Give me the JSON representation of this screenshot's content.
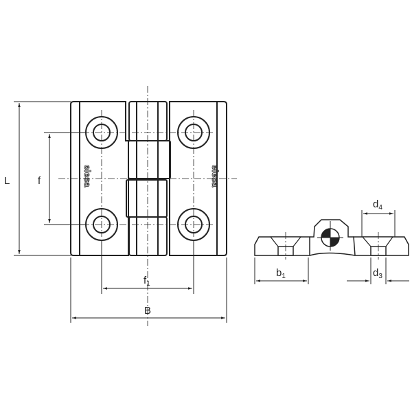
{
  "drawing": {
    "logo_text": "elesa",
    "dimensions": {
      "L": "L",
      "f": "f",
      "f1_main": "f",
      "f1_sub": "1",
      "B": "B",
      "b1_main": "b",
      "b1_sub": "1",
      "d3_main": "d",
      "d3_sub": "3",
      "d4_main": "d",
      "d4_sub": "4"
    },
    "colors": {
      "line": "#222222",
      "background": "#ffffff"
    }
  }
}
